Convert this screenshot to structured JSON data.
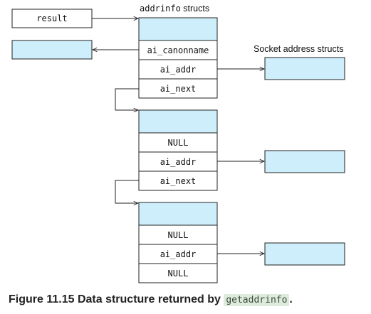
{
  "labels": {
    "result": "result",
    "addrinfo_mono": "addrinfo",
    "addrinfo_rest": " structs",
    "socket_address_structs": "Socket address structs"
  },
  "structs": [
    {
      "fields": [
        "",
        "ai_canonname",
        "ai_addr",
        "ai_next"
      ]
    },
    {
      "fields": [
        "",
        "NULL",
        "ai_addr",
        "ai_next"
      ]
    },
    {
      "fields": [
        "",
        "NULL",
        "ai_addr",
        "NULL"
      ]
    }
  ],
  "caption": {
    "prefix": "Figure 11.15 Data structure returned by ",
    "code": "getaddrinfo",
    "suffix": "."
  },
  "colors": {
    "cell_fill": "#cdeefa",
    "line": "#222222"
  }
}
